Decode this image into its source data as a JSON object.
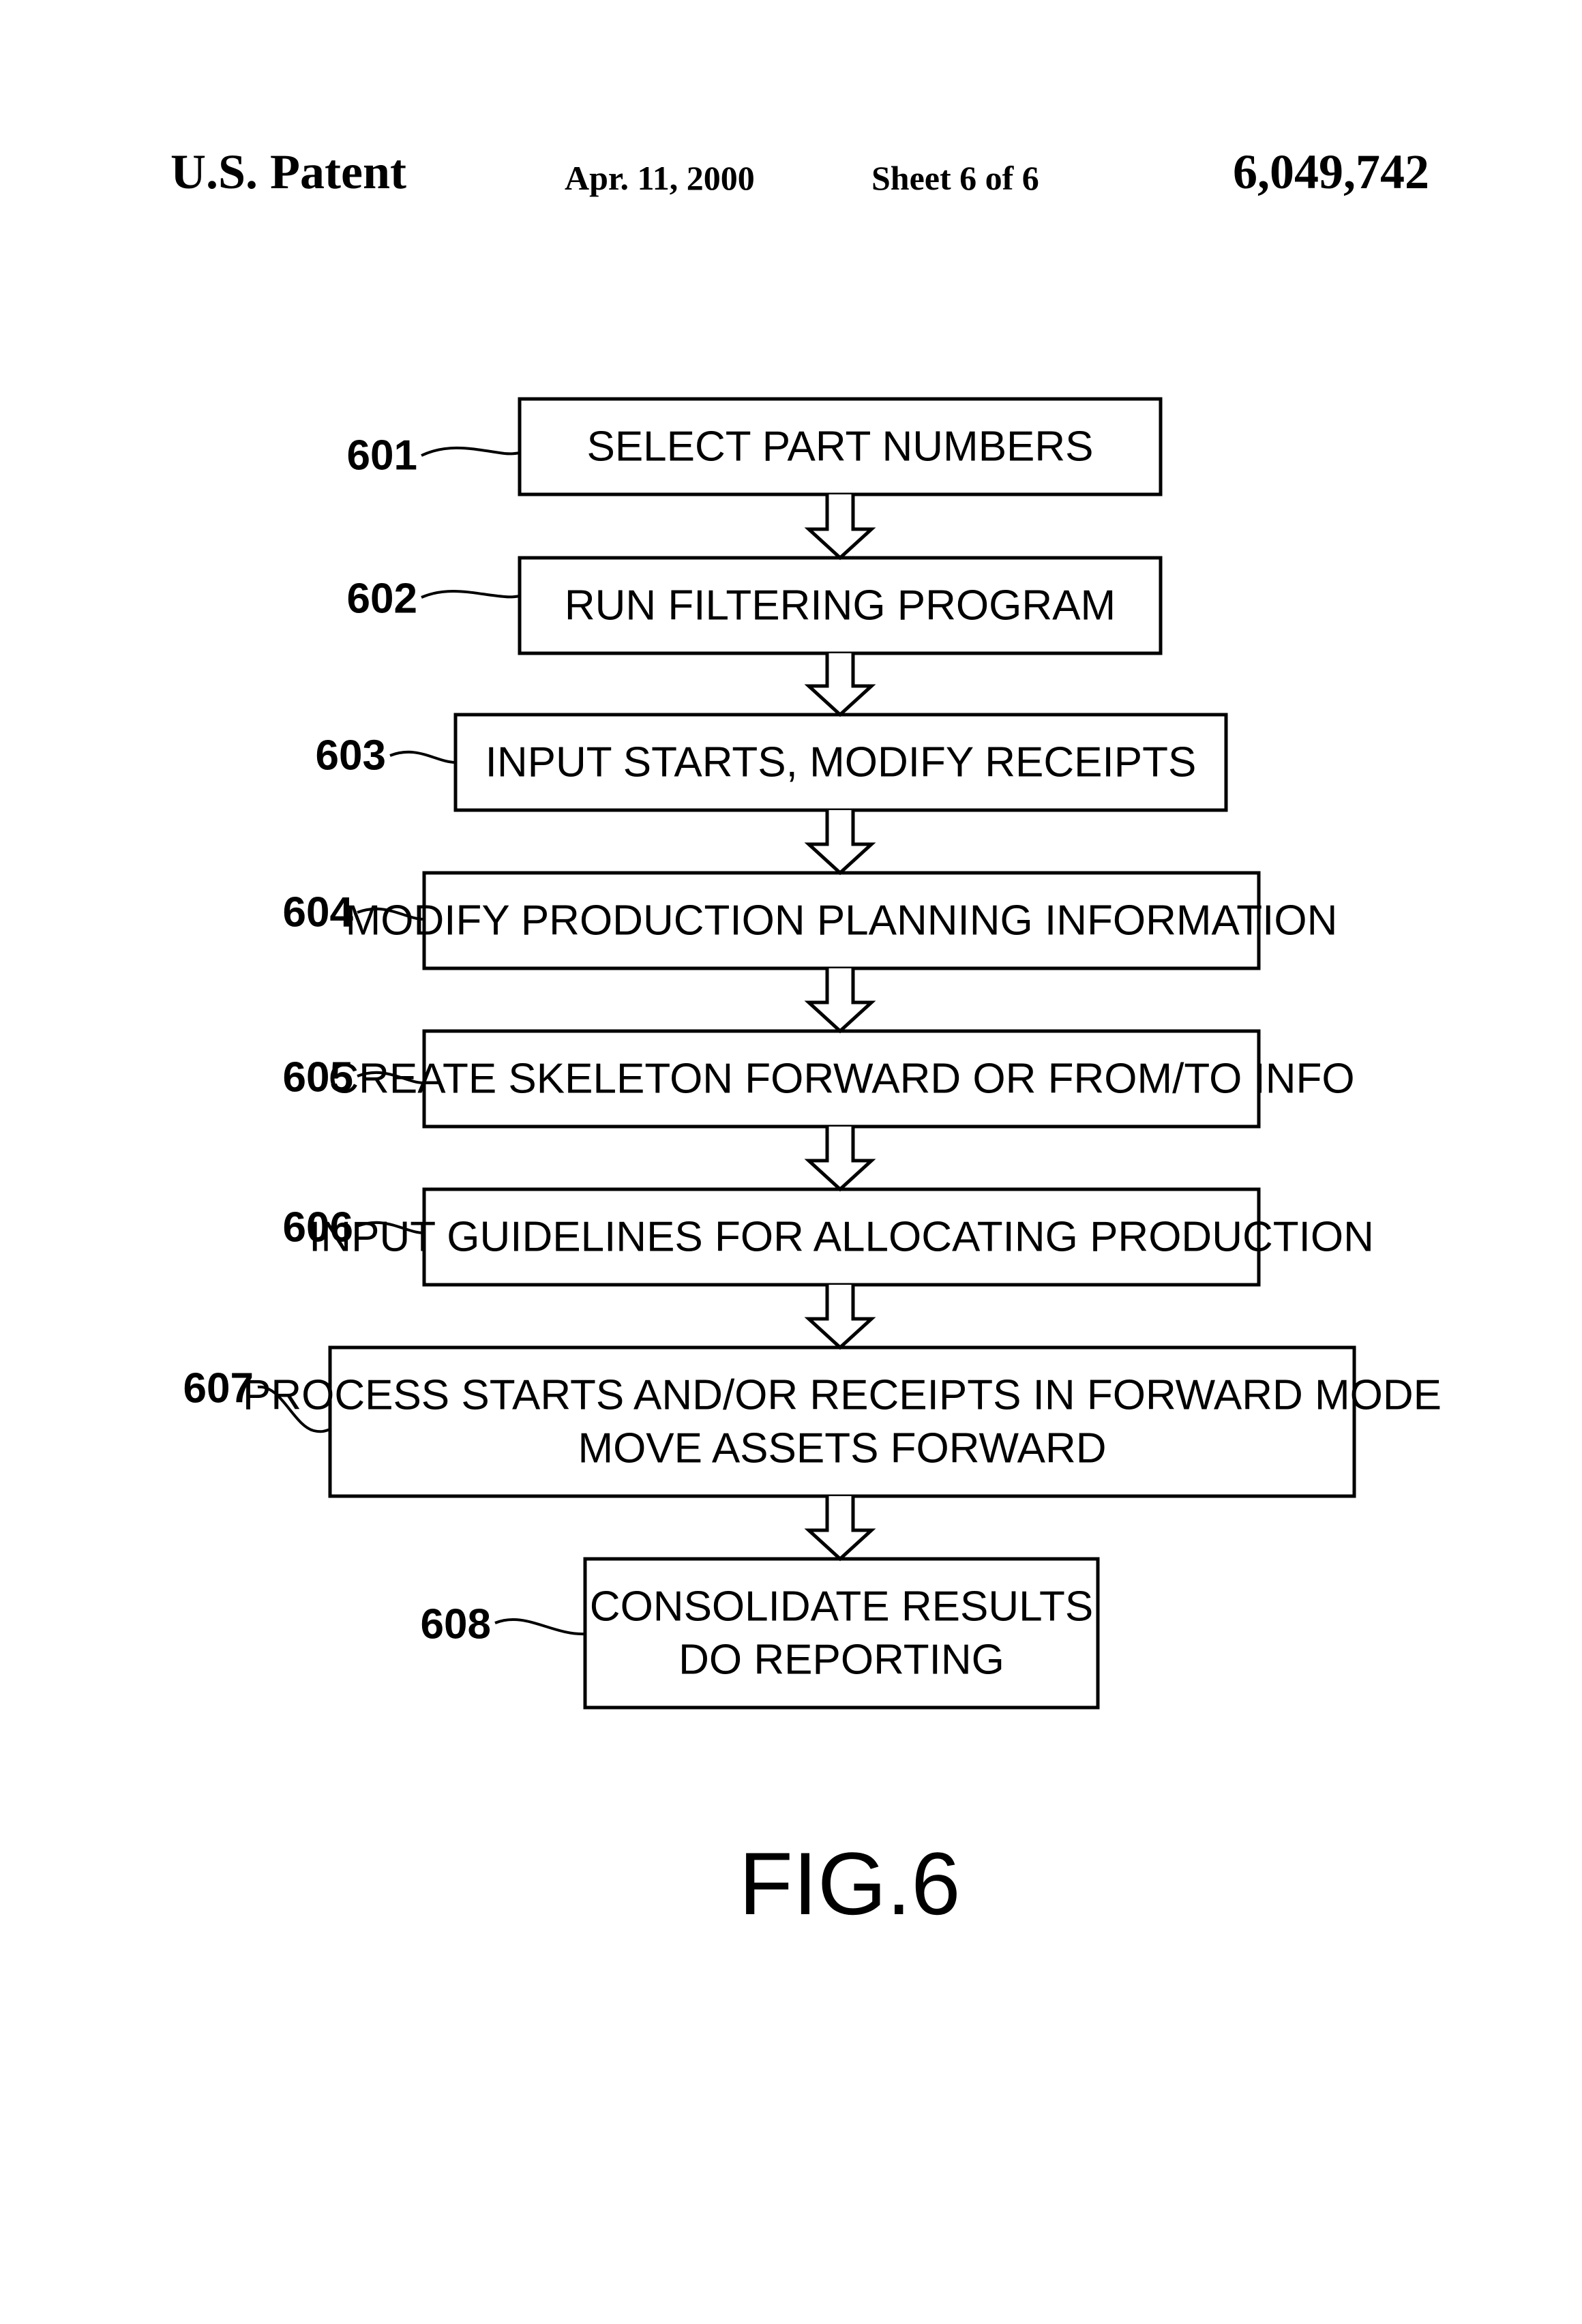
{
  "header": {
    "patent_label": "U.S. Patent",
    "date": "Apr. 11, 2000",
    "sheet": "Sheet 6 of 6",
    "patent_number": "6,049,742"
  },
  "steps": [
    {
      "ref": "601",
      "lines": [
        "SELECT PART NUMBERS"
      ]
    },
    {
      "ref": "602",
      "lines": [
        "RUN FILTERING PROGRAM"
      ]
    },
    {
      "ref": "603",
      "lines": [
        "INPUT STARTS, MODIFY RECEIPTS"
      ]
    },
    {
      "ref": "604",
      "lines": [
        "MODIFY PRODUCTION PLANNING INFORMATION"
      ]
    },
    {
      "ref": "605",
      "lines": [
        "CREATE SKELETON FORWARD OR FROM/TO INFO"
      ]
    },
    {
      "ref": "606",
      "lines": [
        "INPUT GUIDELINES FOR ALLOCATING PRODUCTION"
      ]
    },
    {
      "ref": "607",
      "lines": [
        "PROCESS STARTS AND/OR RECEIPTS IN FORWARD MODE",
        "MOVE ASSETS FORWARD"
      ]
    },
    {
      "ref": "608",
      "lines": [
        "CONSOLIDATE RESULTS",
        "DO REPORTING"
      ]
    }
  ],
  "figure_label": "FIG.6"
}
